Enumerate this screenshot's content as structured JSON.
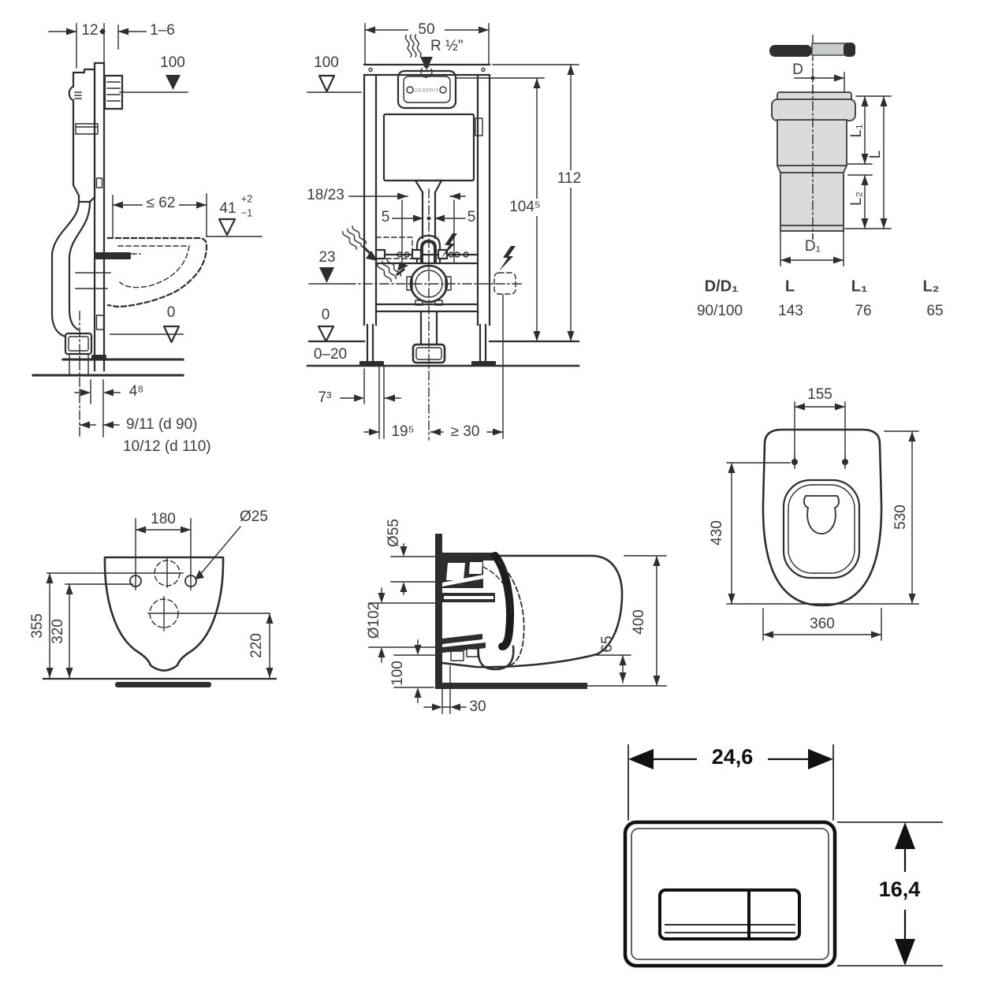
{
  "colors": {
    "background": "#ffffff",
    "line_color": "#2e2e2e",
    "text_color": "#3c3c3c",
    "pipe_fill": "#d9dbdd",
    "plate_color": "#111111"
  },
  "frame_side": {
    "frame_depth": "12",
    "wall_finish_gap": "1–6",
    "supply_height_datum": "100",
    "max_depth": "≤ 62",
    "bowl_height": "41",
    "bowl_height_tol_plus": "+2",
    "bowl_height_tol_minus": "−1",
    "floor_datum": "0",
    "floor_offset": "4⁸",
    "outlet_note_d90": "9/11 (d 90)",
    "outlet_note_d110": "10/12 (d 110)"
  },
  "frame_front": {
    "width": "50",
    "supply_thread": "R ½\"",
    "supply_height_datum": "100",
    "total_height": "112",
    "plate_height": "104⁵",
    "fixing_range": "18/23",
    "offset_left": "5",
    "offset_right": "5",
    "outlet_height_datum": "23",
    "floor_datum": "0",
    "floor_buildup": "0–20",
    "foot_width": "7³",
    "drain_offset": "19⁵",
    "power_clearance": "≥ 30",
    "brand": "GEBERIT"
  },
  "reducer": {
    "dim_d": "D",
    "dim_d1": "D₁",
    "dim_l": "L",
    "dim_l1": "L₁",
    "dim_l2": "L₂",
    "table_headers": [
      "D/D₁",
      "L",
      "L₁",
      "L₂"
    ],
    "table_values": [
      "90/100",
      "143",
      "76",
      "65"
    ]
  },
  "pan_top": {
    "hinge_spacing": "155",
    "depth_to_holes": "430",
    "depth_total": "530",
    "width": "360"
  },
  "pan_front": {
    "hole_spacing": "180",
    "hole_diameter": "Ø25",
    "height_total": "355",
    "height_holes": "320",
    "height_outlet": "220"
  },
  "pan_side": {
    "supply_diameter": "Ø55",
    "outlet_diameter": "Ø102",
    "outlet_height": "100",
    "outlet_protrusion": "30",
    "bottom_clearance": "65",
    "height_total": "400"
  },
  "flush_plate": {
    "width": "24,6",
    "height": "16,4"
  }
}
